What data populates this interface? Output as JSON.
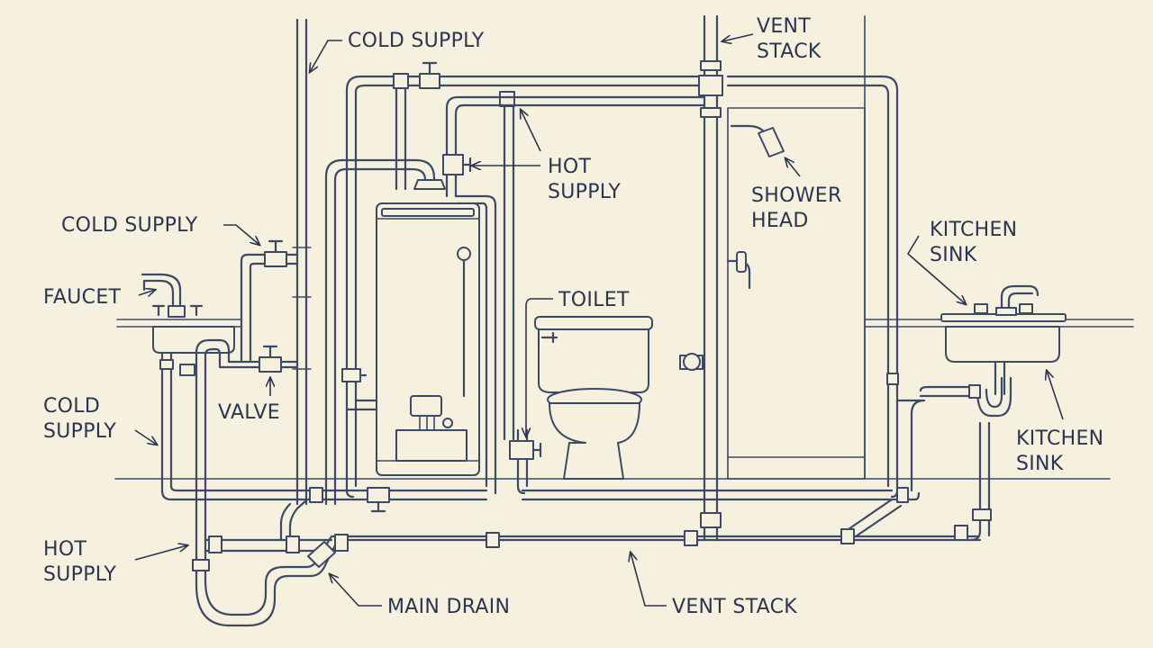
{
  "labels": {
    "cold_supply_top": "COLD SUPPLY",
    "vent_stack_top_1": "VENT",
    "vent_stack_top_2": "STACK",
    "hot_supply_mid_1": "HOT",
    "hot_supply_mid_2": "SUPPLY",
    "shower_head_1": "SHOWER",
    "shower_head_2": "HEAD",
    "cold_supply_left": "COLD SUPPLY",
    "kitchen_sink_top_1": "KITCHEN",
    "kitchen_sink_top_2": "SINK",
    "faucet": "FAUCET",
    "toilet": "TOILET",
    "valve": "VALVE",
    "cold_supply_lower_1": "COLD",
    "cold_supply_lower_2": "SUPPLY",
    "kitchen_sink_bottom_1": "KITCHEN",
    "kitchen_sink_bottom_2": "SINK",
    "hot_supply_lower_1": "HOT",
    "hot_supply_lower_2": "SUPPLY",
    "main_drain": "MAIN DRAIN",
    "vent_stack_bottom": "VENT STACK"
  },
  "colors": {
    "ink": "#3c4a66",
    "paper": "#f6f1df"
  }
}
